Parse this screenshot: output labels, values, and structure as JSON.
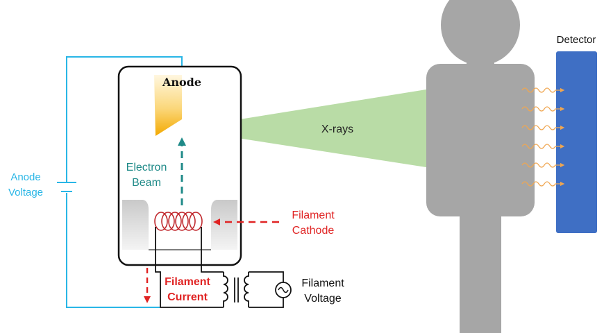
{
  "labels": {
    "anode": "Anode",
    "electron_beam_line1": "Electron",
    "electron_beam_line2": "Beam",
    "anode_voltage_line1": "Anode",
    "anode_voltage_line2": "Voltage",
    "filament_cathode_line1": "Filament",
    "filament_cathode_line2": "Cathode",
    "filament_current_line1": "Filament",
    "filament_current_line2": "Current",
    "filament_voltage_line1": "Filament",
    "filament_voltage_line2": "Voltage",
    "xrays": "X-rays",
    "detector": "Detector"
  },
  "colors": {
    "circuit_blue": "#29b6e6",
    "beam_teal": "#1f8a88",
    "red": "#e02424",
    "coil_red": "#c0282d",
    "xray_green": "#b9dca6",
    "detector_blue": "#3f6fc4",
    "body_gray": "#a6a6a6",
    "wave_orange": "#f0a650",
    "anode_gold": "#f5b733"
  }
}
